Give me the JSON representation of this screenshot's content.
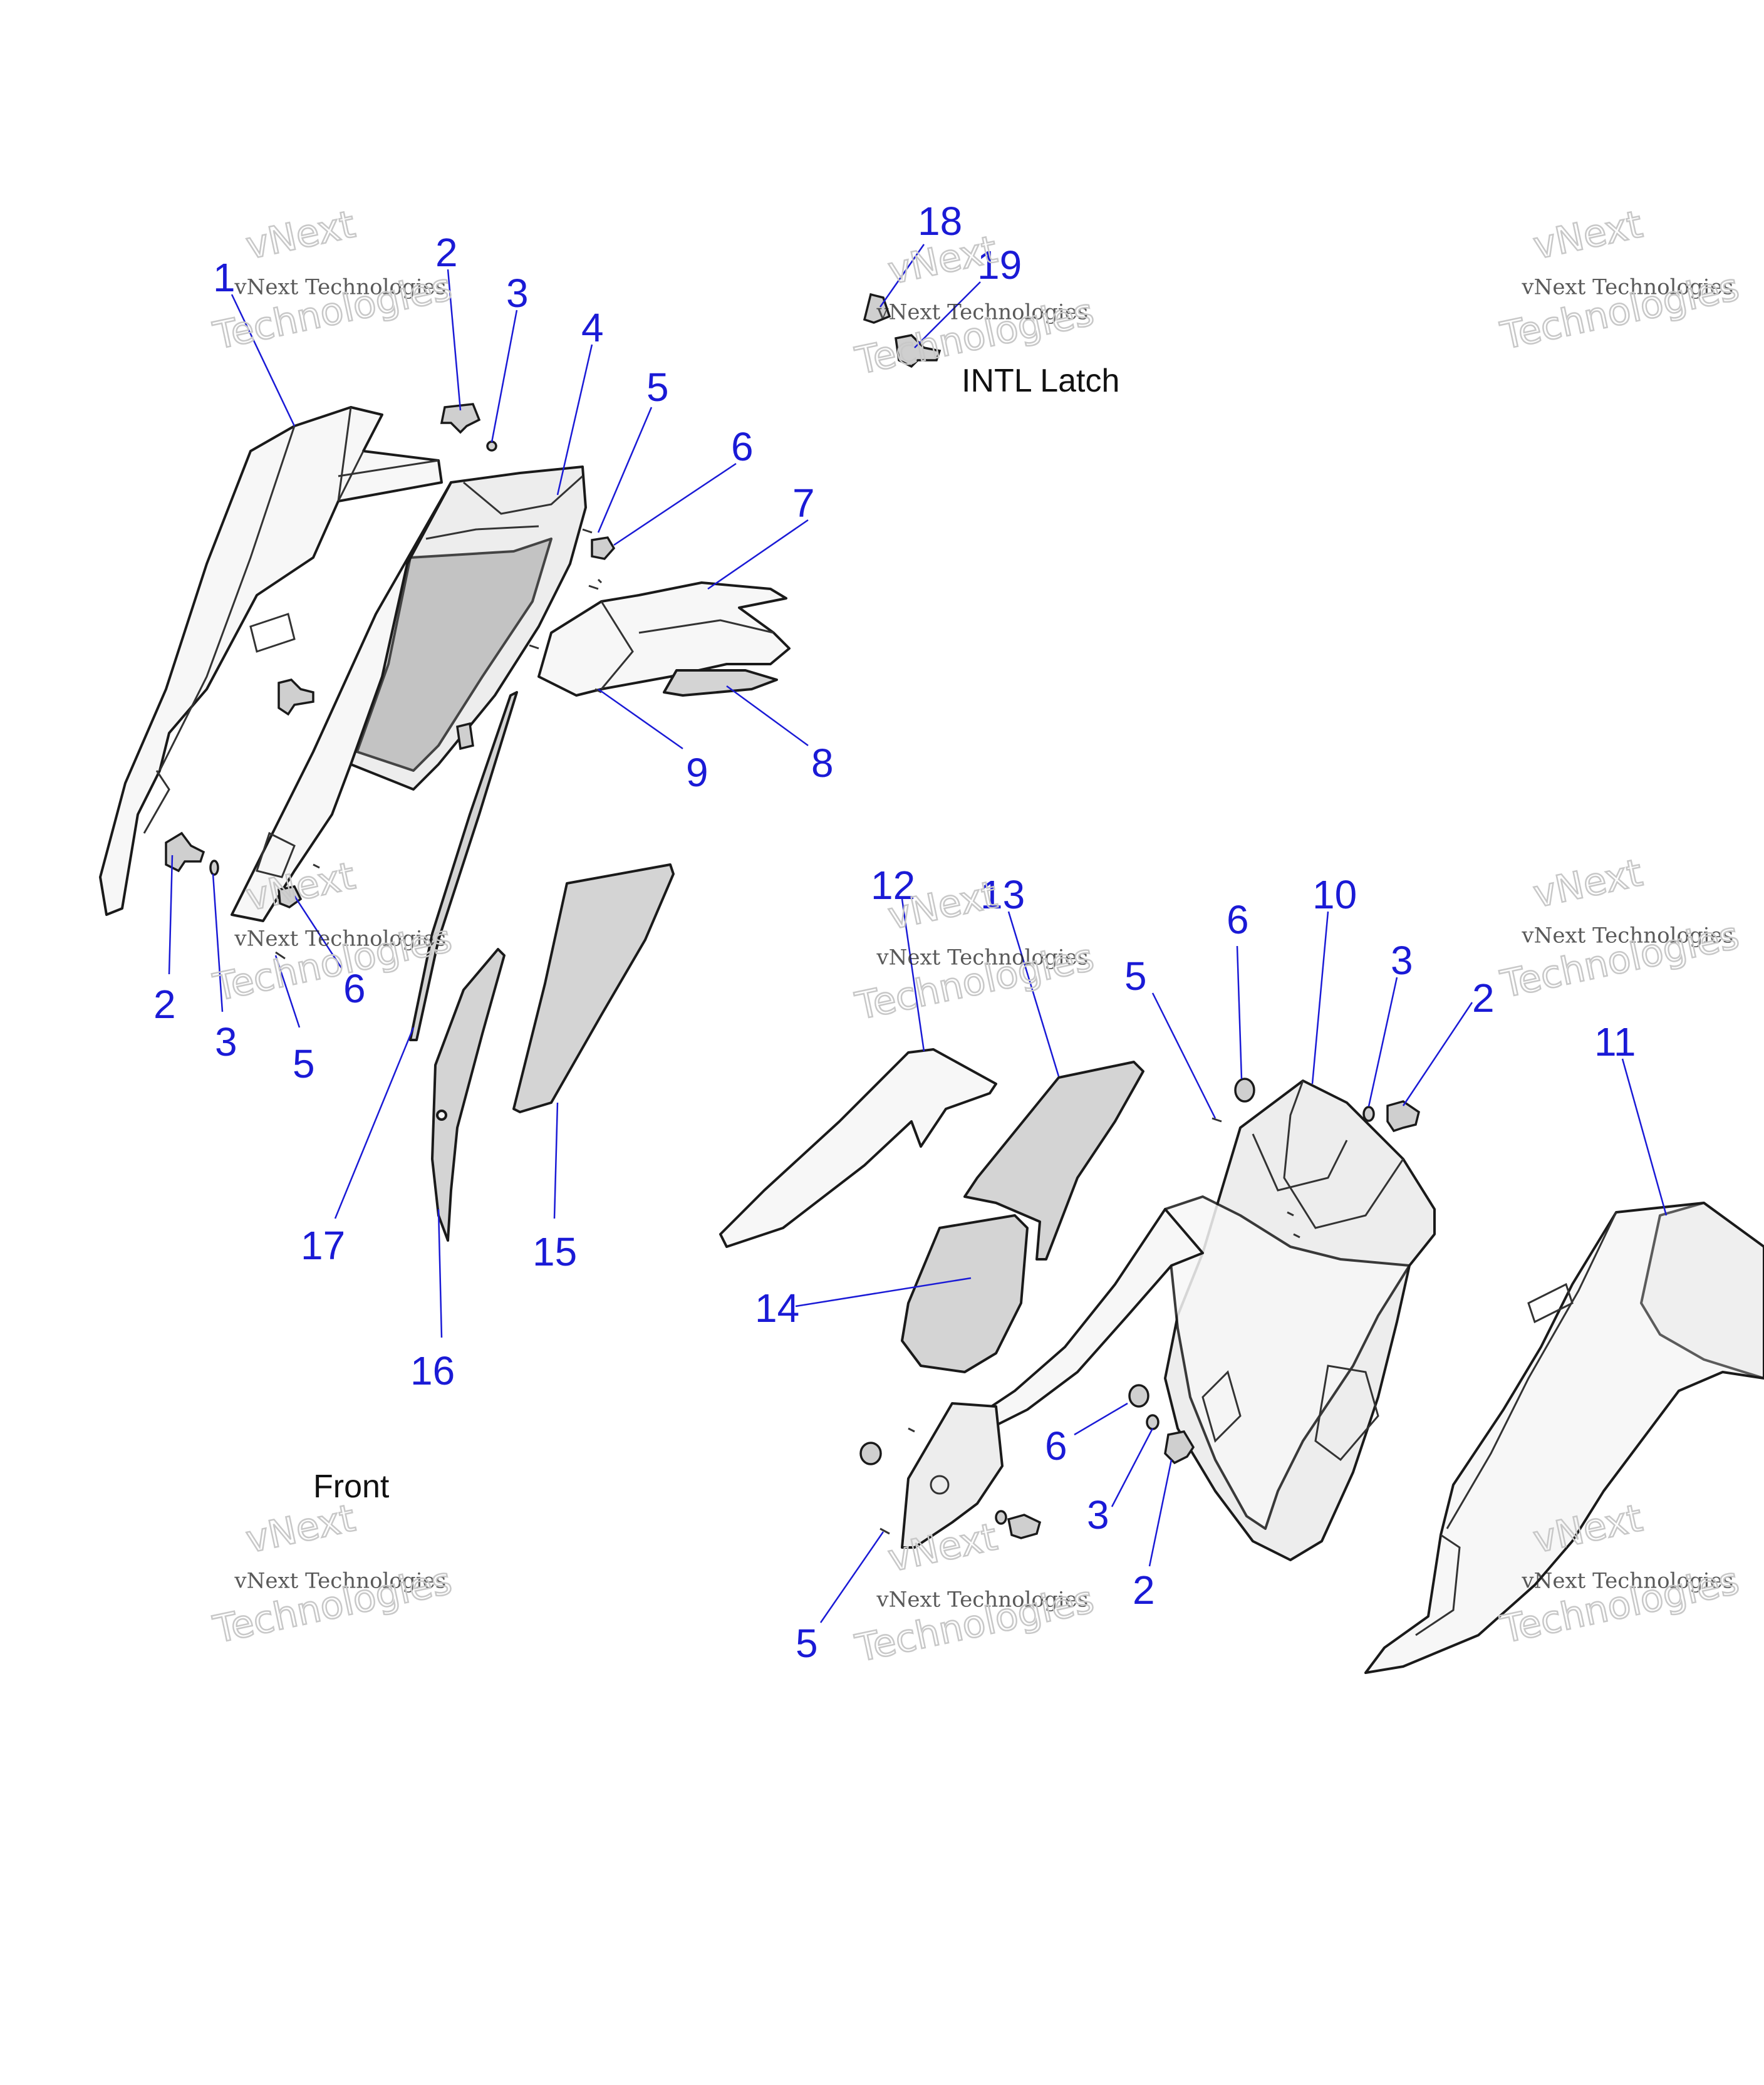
{
  "labels": {
    "intl_latch": "INTL Latch",
    "front": "Front"
  },
  "watermark": {
    "line1": "vNext",
    "line2": "vNext Technologies",
    "line3": "Technologies"
  },
  "callouts": {
    "c1": "1",
    "c2": "2",
    "c3": "3",
    "c4": "4",
    "c5": "5",
    "c6": "6",
    "c7": "7",
    "c8": "8",
    "c9": "9",
    "c2b": "2",
    "c3b": "3",
    "c6b": "6",
    "c5b": "5",
    "c17": "17",
    "c16": "16",
    "c15": "15",
    "c18": "18",
    "c19": "19",
    "c12": "12",
    "c13": "13",
    "c6c": "6",
    "c10": "10",
    "c5c": "5",
    "c3c": "3",
    "c2c": "2",
    "c11": "11",
    "c14": "14",
    "c6d": "6",
    "c3d": "3",
    "c2d": "2",
    "c5d": "5"
  },
  "colors": {
    "callout": "#1a1ad6",
    "part_outline": "#1a1a1a"
  }
}
